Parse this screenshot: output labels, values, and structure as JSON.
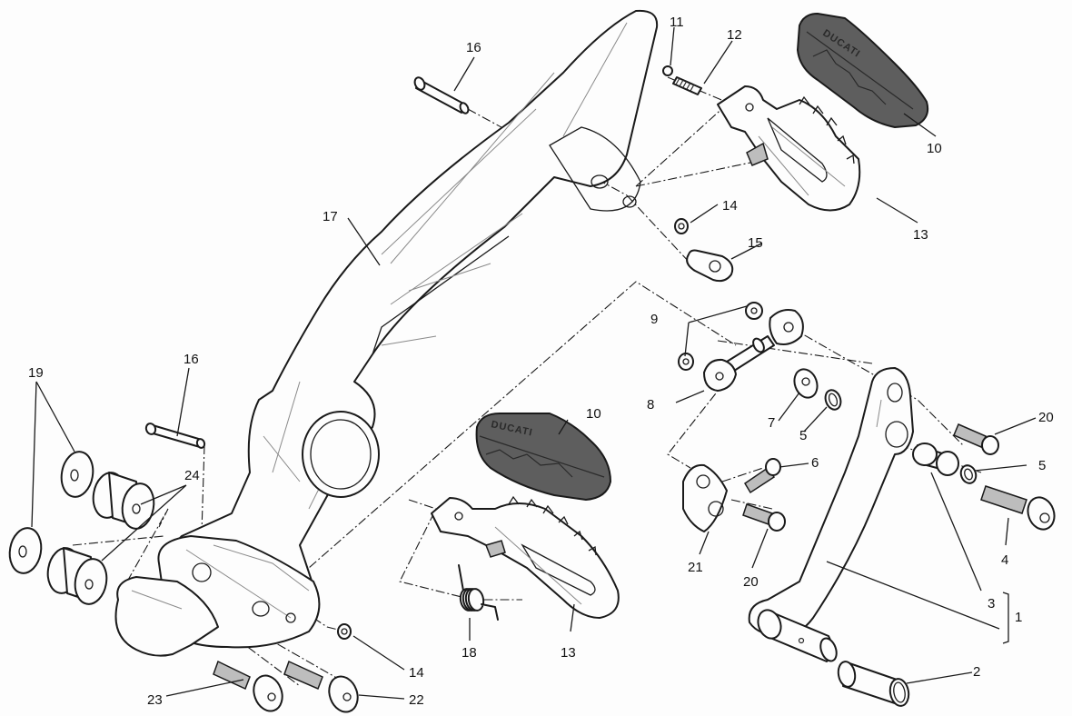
{
  "diagram": {
    "type": "exploded-parts-diagram",
    "subject": "Left footrest and gear change pedal assembly",
    "brand_text": "DUCATI",
    "callouts": [
      {
        "id": "c1",
        "number": "1"
      },
      {
        "id": "c2",
        "number": "2"
      },
      {
        "id": "c3",
        "number": "3"
      },
      {
        "id": "c4",
        "number": "4"
      },
      {
        "id": "c5a",
        "number": "5"
      },
      {
        "id": "c5b",
        "number": "5"
      },
      {
        "id": "c6",
        "number": "6"
      },
      {
        "id": "c7",
        "number": "7"
      },
      {
        "id": "c8",
        "number": "8"
      },
      {
        "id": "c9",
        "number": "9"
      },
      {
        "id": "c10a",
        "number": "10"
      },
      {
        "id": "c10b",
        "number": "10"
      },
      {
        "id": "c11",
        "number": "11"
      },
      {
        "id": "c12",
        "number": "12"
      },
      {
        "id": "c13a",
        "number": "13"
      },
      {
        "id": "c13b",
        "number": "13"
      },
      {
        "id": "c14a",
        "number": "14"
      },
      {
        "id": "c14b",
        "number": "14"
      },
      {
        "id": "c15",
        "number": "15"
      },
      {
        "id": "c16a",
        "number": "16"
      },
      {
        "id": "c16b",
        "number": "16"
      },
      {
        "id": "c17",
        "number": "17"
      },
      {
        "id": "c18",
        "number": "18"
      },
      {
        "id": "c19",
        "number": "19"
      },
      {
        "id": "c20a",
        "number": "20"
      },
      {
        "id": "c20b",
        "number": "20"
      },
      {
        "id": "c21",
        "number": "21"
      },
      {
        "id": "c22",
        "number": "22"
      },
      {
        "id": "c23",
        "number": "23"
      },
      {
        "id": "c24",
        "number": "24"
      }
    ]
  }
}
